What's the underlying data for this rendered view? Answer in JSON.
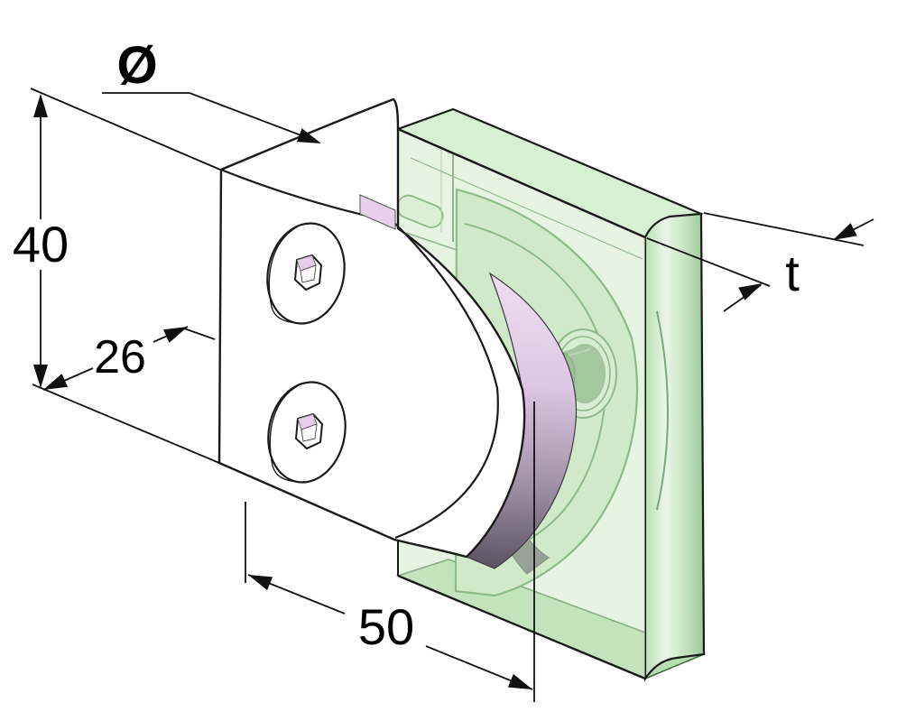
{
  "drawing": {
    "kind": "isometric technical drawing",
    "subject": "glass clamp mounted on glass panel"
  },
  "dimensions": {
    "diameter": {
      "symbol": "Ø",
      "meaning": "tube diameter callout"
    },
    "height": {
      "value": "40"
    },
    "depth": {
      "value": "26"
    },
    "width": {
      "value": "50"
    },
    "glass_thickness": {
      "symbol": "t"
    }
  },
  "colors": {
    "line": "#1a1a1a",
    "dimension_line": "#111111",
    "glass_fill": "#cdeac6",
    "glass_top_fill": "#d7efd3",
    "glass_dark_line": "#3f7040",
    "through_glass_line": "#4e8a4b",
    "gasket_light": "#f0def2",
    "gasket_dark": "#57505e",
    "hex_socket_pink": "#e6cdeb",
    "stud_green": "#79a277",
    "clamp_fill": "#ffffff"
  }
}
